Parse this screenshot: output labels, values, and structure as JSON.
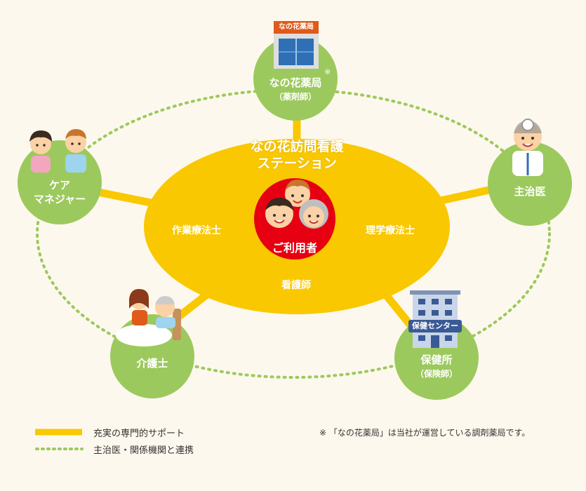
{
  "center": {
    "title_line1": "なの花訪問看護",
    "title_line2": "ステーション",
    "user_label": "ご利用者",
    "roles": {
      "occupational": "作業療法士",
      "physical": "理学療法士",
      "nurse": "看護師"
    }
  },
  "nodes": {
    "pharmacy": {
      "label": "なの花薬局",
      "sub": "（薬剤師）",
      "mark": "※",
      "sign": "なの花薬局"
    },
    "care_manager": {
      "label_line1": "ケア",
      "label_line2": "マネジャー"
    },
    "doctor": {
      "label": "主治医"
    },
    "caregiver": {
      "label": "介護士"
    },
    "health_center": {
      "label": "保健所",
      "sub": "（保険師）",
      "sign": "保健センター"
    }
  },
  "legend": {
    "solid": "充実の専門的サポート",
    "dotted": "主治医・関係機関と連携"
  },
  "note": "※ 「なの花薬局」は当社が運営している調剤薬局です。",
  "colors": {
    "yellow": "#f9c800",
    "green": "#9cc95d",
    "red": "#e60012",
    "dotted": "#9cc95d",
    "background": "#fdf8ed"
  }
}
